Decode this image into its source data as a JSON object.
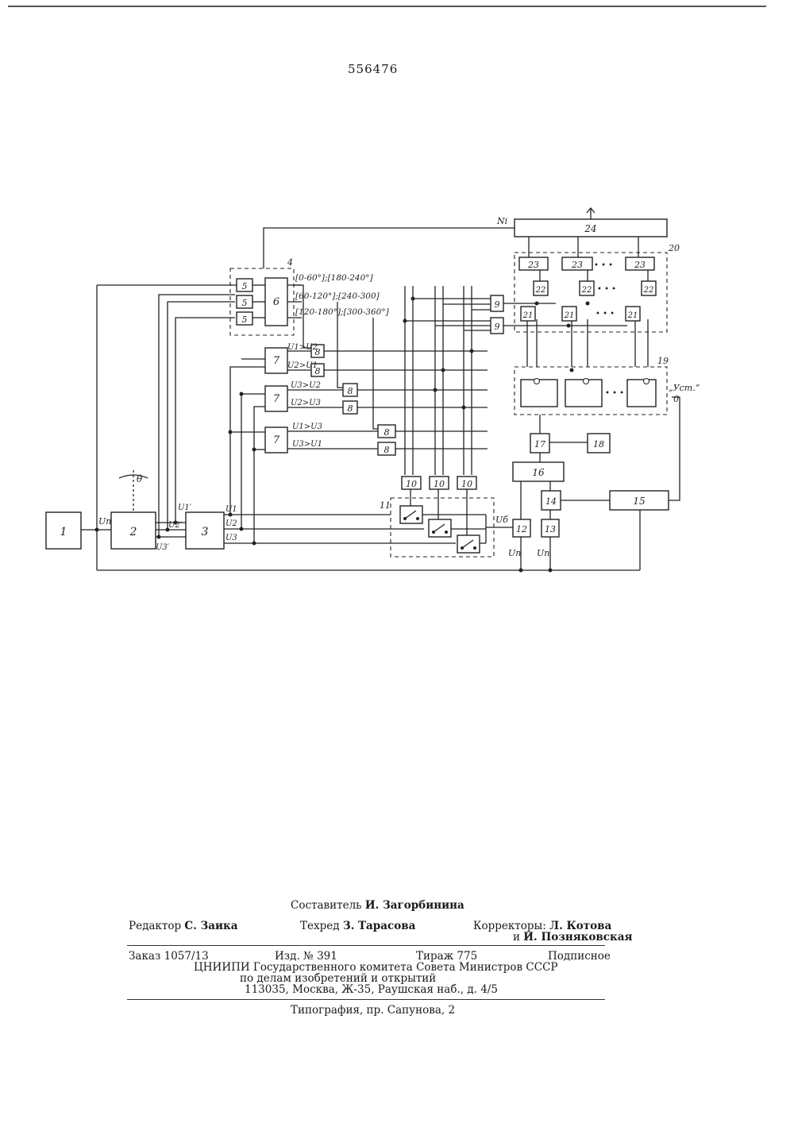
{
  "patent_number": "556476",
  "diagram": {
    "blocks": {
      "b1": "1",
      "b2": "2",
      "b3": "3",
      "b5a": "5",
      "b5b": "5",
      "b5c": "5",
      "b6": "6",
      "b7a": "7",
      "b7b": "7",
      "b7c": "7",
      "b8a": "8",
      "b8b": "8",
      "b8c": "8",
      "b8d": "8",
      "b8e": "8",
      "b8f": "8",
      "b9a": "9",
      "b9b": "9",
      "b10a": "10",
      "b10b": "10",
      "b10c": "10",
      "b12": "12",
      "b13": "13",
      "b14": "14",
      "b15": "15",
      "b16": "16",
      "b17": "17",
      "b18": "18",
      "b21a": "21",
      "b21b": "21",
      "b21c": "21",
      "b22a": "22",
      "b22b": "22",
      "b22c": "22",
      "b23a": "23",
      "b23b": "23",
      "b23c": "23",
      "b24": "24"
    },
    "group_labels": {
      "g4": "4",
      "g11": "11",
      "g19": "19",
      "g20": "20"
    },
    "sector_labels": [
      "[0-60°];[180-240°]",
      "[60-120°];[240-300]",
      "[120-180°];[300-360°]"
    ],
    "comparison_labels": [
      "U1>U2",
      "U2>U1",
      "U3>U2",
      "U2>U3",
      "U1>U3",
      "U3>U1"
    ],
    "signal_labels": {
      "un_in": "Uп",
      "theta": "θ",
      "u1p": "U1′",
      "u2p": "U2′",
      "u3p": "U3′",
      "u1": "U1",
      "u2": "U2",
      "u3": "U3",
      "ub": "Uб",
      "un_12": "Uп",
      "un_13": "Uп",
      "ni": "Ni",
      "ust": "„Уст.“",
      "zero": "0"
    },
    "ellipsis": "• • •"
  },
  "footer": {
    "composer_label": "Составитель",
    "composer_name": "И. Загорбинина",
    "editor_label": "Редактор",
    "editor_name": "С. Заика",
    "techred_label": "Техред",
    "techred_name": "З. Тарасова",
    "correctors_label": "Корректоры:",
    "corrector1": "Л. Котова",
    "corrector2_prefix": "и",
    "corrector2": "И. Позняковская",
    "order": "Заказ 1057/13",
    "edition": "Изд. № 391",
    "circulation": "Тираж 775",
    "subscription": "Подписное",
    "org_line1": "ЦНИИПИ Государственного комитета Совета Министров СССР",
    "org_line2": "по делам изобретений и открытий",
    "address": "113035, Москва, Ж-35, Раушская наб., д. 4/5",
    "printer": "Типография, пр. Сапунова, 2"
  }
}
